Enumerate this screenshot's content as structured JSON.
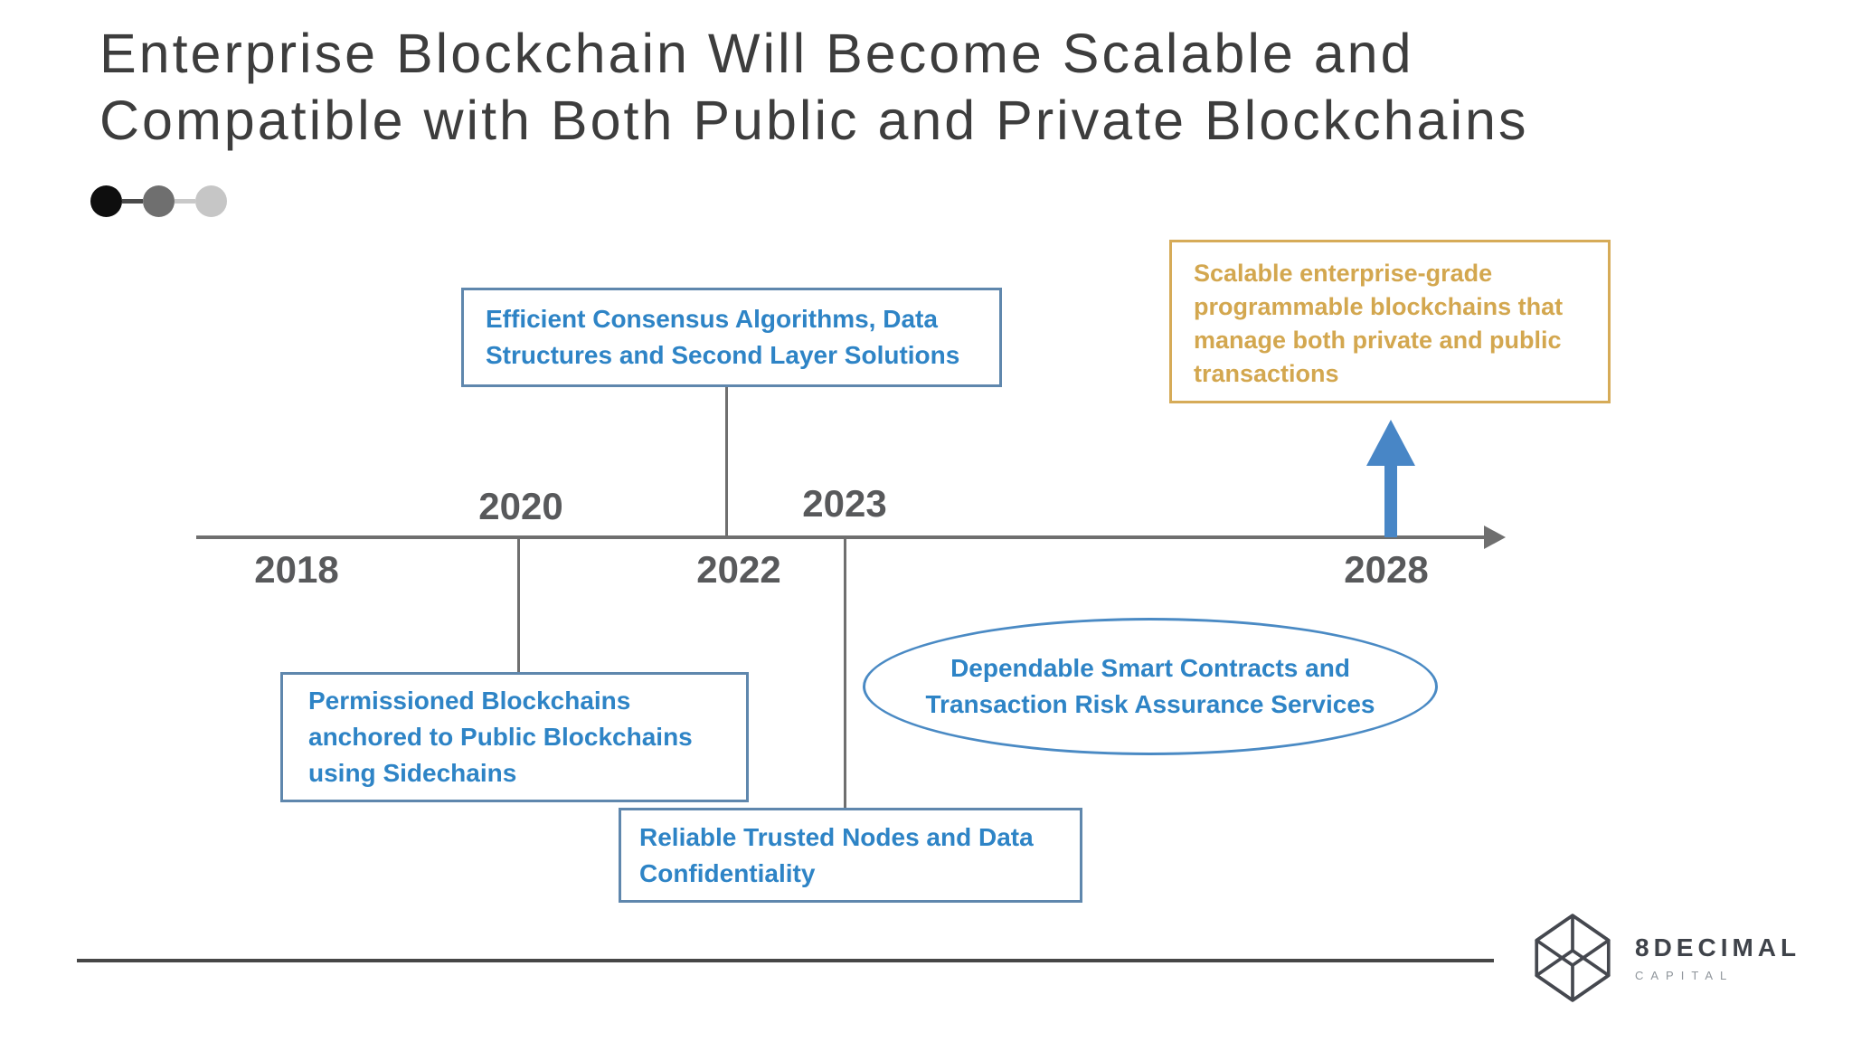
{
  "slide": {
    "title": {
      "line1": "Enterprise Blockchain Will Become Scalable and",
      "line2": "Compatible with Both Public and Private Blockchains"
    }
  },
  "progress_dots": {
    "count": 3,
    "colors": [
      "#0e0e0e",
      "#6f6f6f",
      "#c6c6c6"
    ]
  },
  "timeline": {
    "years": [
      {
        "label": "2018",
        "position": "below-axis"
      },
      {
        "label": "2020",
        "position": "above-axis"
      },
      {
        "label": "2022",
        "position": "below-axis"
      },
      {
        "label": "2023",
        "position": "above-axis"
      },
      {
        "label": "2028",
        "position": "below-axis"
      }
    ]
  },
  "milestones": {
    "consensus": {
      "text": "Efficient Consensus Algorithms, Data Structures and Second Layer Solutions",
      "shape": "rectangle",
      "anchor_year": "2022"
    },
    "permissioned": {
      "text": "Permissioned Blockchains anchored to Public Blockchains using Sidechains",
      "shape": "rectangle",
      "anchor_year": "2020"
    },
    "trusted_nodes": {
      "text": "Reliable Trusted Nodes and Data Confidentiality",
      "shape": "rectangle",
      "anchor_year": "2023"
    },
    "smart_contracts": {
      "text": "Dependable Smart Contracts and Transaction Risk Assurance Services",
      "shape": "ellipse"
    },
    "scalable_future": {
      "text": "Scalable enterprise-grade programmable blockchains that manage both private and public transactions",
      "shape": "rectangle",
      "anchor_year": "2028"
    }
  },
  "logo": {
    "name": "8DECIMAL",
    "subtitle": "CAPITAL"
  },
  "colors": {
    "title_gray": "#3d3d3d",
    "milestone_blue_text": "#2e84c6",
    "milestone_blue_border": "#5f87ad",
    "ellipse_blue_border": "#4a8ac4",
    "future_gold": "#d3a74f",
    "future_gold_border": "#d6ab58",
    "axis_gray": "#6f6f6f",
    "year_gray": "#58595b",
    "arrow_blue": "#4886c6",
    "logo_dark": "#3f434a"
  }
}
